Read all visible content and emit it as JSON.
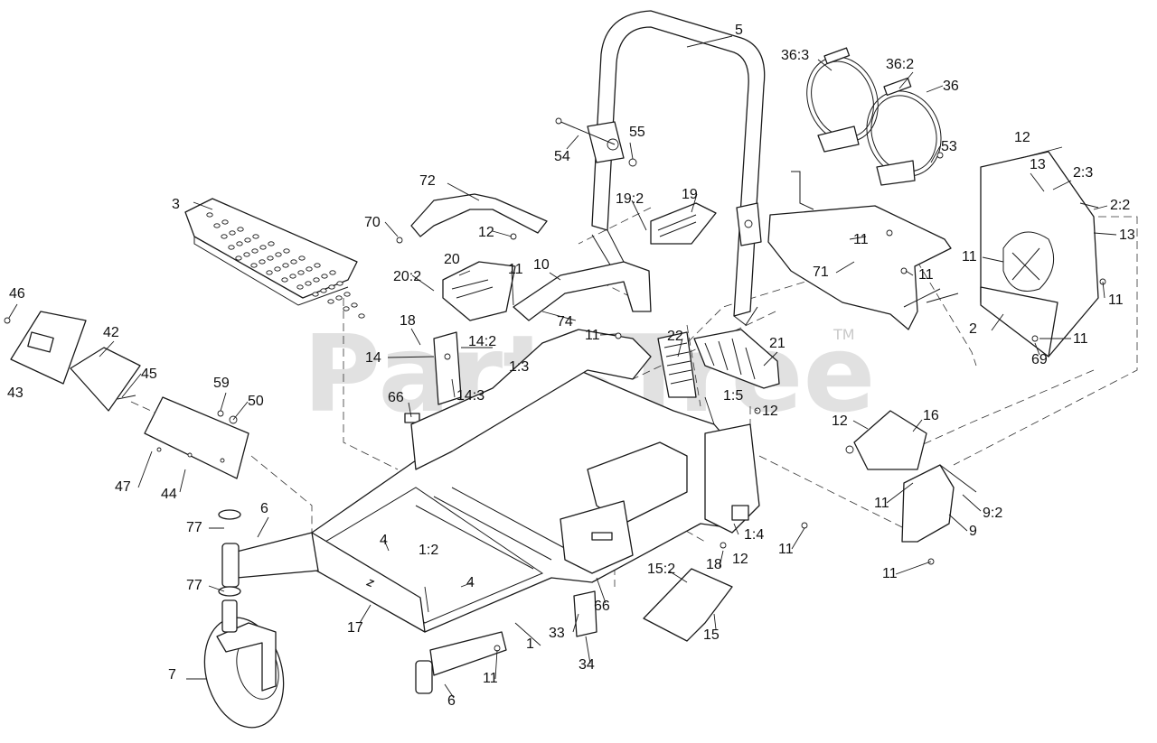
{
  "watermark": {
    "text": "PartsTree",
    "trademark": "TM"
  },
  "decals": {
    "frame_brand": "Z"
  },
  "callouts": [
    {
      "id": "c1",
      "text": "1"
    },
    {
      "id": "c1_2",
      "text": "1:2"
    },
    {
      "id": "c1_3",
      "text": "1:3"
    },
    {
      "id": "c1_4",
      "text": "1:4"
    },
    {
      "id": "c1_5",
      "text": "1:5"
    },
    {
      "id": "c2",
      "text": "2"
    },
    {
      "id": "c2_2",
      "text": "2:2"
    },
    {
      "id": "c2_3",
      "text": "2:3"
    },
    {
      "id": "c3",
      "text": "3"
    },
    {
      "id": "c4a",
      "text": "4"
    },
    {
      "id": "c4b",
      "text": "4"
    },
    {
      "id": "c5",
      "text": "5"
    },
    {
      "id": "c6a",
      "text": "6"
    },
    {
      "id": "c6b",
      "text": "6"
    },
    {
      "id": "c7",
      "text": "7"
    },
    {
      "id": "c9",
      "text": "9"
    },
    {
      "id": "c9_2",
      "text": "9:2"
    },
    {
      "id": "c10",
      "text": "10"
    },
    {
      "id": "c11a",
      "text": "11"
    },
    {
      "id": "c11b",
      "text": "11"
    },
    {
      "id": "c11c",
      "text": "11"
    },
    {
      "id": "c11d",
      "text": "11"
    },
    {
      "id": "c11e",
      "text": "11"
    },
    {
      "id": "c11f",
      "text": "11"
    },
    {
      "id": "c11g",
      "text": "11"
    },
    {
      "id": "c11h",
      "text": "11"
    },
    {
      "id": "c11i",
      "text": "11"
    },
    {
      "id": "c11j",
      "text": "11"
    },
    {
      "id": "c11k",
      "text": "11"
    },
    {
      "id": "c12a",
      "text": "12"
    },
    {
      "id": "c12b",
      "text": "12"
    },
    {
      "id": "c12c",
      "text": "12"
    },
    {
      "id": "c12d",
      "text": "12"
    },
    {
      "id": "c12e",
      "text": "12"
    },
    {
      "id": "c13a",
      "text": "13"
    },
    {
      "id": "c13b",
      "text": "13"
    },
    {
      "id": "c14",
      "text": "14"
    },
    {
      "id": "c14_2",
      "text": "14:2"
    },
    {
      "id": "c14_3",
      "text": "14:3"
    },
    {
      "id": "c15",
      "text": "15"
    },
    {
      "id": "c15_2",
      "text": "15:2"
    },
    {
      "id": "c16",
      "text": "16"
    },
    {
      "id": "c17",
      "text": "17"
    },
    {
      "id": "c18a",
      "text": "18"
    },
    {
      "id": "c18b",
      "text": "18"
    },
    {
      "id": "c19",
      "text": "19"
    },
    {
      "id": "c19_2",
      "text": "19:2"
    },
    {
      "id": "c20",
      "text": "20"
    },
    {
      "id": "c20_2",
      "text": "20:2"
    },
    {
      "id": "c21",
      "text": "21"
    },
    {
      "id": "c22",
      "text": "22"
    },
    {
      "id": "c33",
      "text": "33"
    },
    {
      "id": "c34",
      "text": "34"
    },
    {
      "id": "c36",
      "text": "36"
    },
    {
      "id": "c36_2",
      "text": "36:2"
    },
    {
      "id": "c36_3",
      "text": "36:3"
    },
    {
      "id": "c42",
      "text": "42"
    },
    {
      "id": "c43",
      "text": "43"
    },
    {
      "id": "c44",
      "text": "44"
    },
    {
      "id": "c45",
      "text": "45"
    },
    {
      "id": "c46",
      "text": "46"
    },
    {
      "id": "c47",
      "text": "47"
    },
    {
      "id": "c50",
      "text": "50"
    },
    {
      "id": "c53",
      "text": "53"
    },
    {
      "id": "c54",
      "text": "54"
    },
    {
      "id": "c55",
      "text": "55"
    },
    {
      "id": "c59",
      "text": "59"
    },
    {
      "id": "c66a",
      "text": "66"
    },
    {
      "id": "c66b",
      "text": "66"
    },
    {
      "id": "c69",
      "text": "69"
    },
    {
      "id": "c70",
      "text": "70"
    },
    {
      "id": "c71",
      "text": "71"
    },
    {
      "id": "c72",
      "text": "72"
    },
    {
      "id": "c74",
      "text": "74"
    },
    {
      "id": "c77a",
      "text": "77"
    },
    {
      "id": "c77b",
      "text": "77"
    }
  ]
}
